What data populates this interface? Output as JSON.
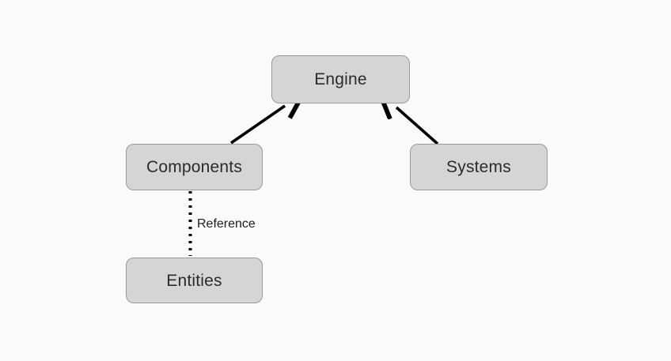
{
  "diagram": {
    "background_color": "#fafafa",
    "node_fill_color": "#d5d5d5",
    "node_border_color": "#9a9a9a",
    "edge_color": "#000000",
    "text_color": "#2b2b2b",
    "nodes": [
      {
        "id": "engine",
        "label": "Engine"
      },
      {
        "id": "components",
        "label": "Components"
      },
      {
        "id": "systems",
        "label": "Systems"
      },
      {
        "id": "entities",
        "label": "Entities"
      }
    ],
    "edges": [
      {
        "id": "components-to-engine",
        "from": "Components",
        "to": "Engine",
        "label": "",
        "style": "solid",
        "arrow": "single"
      },
      {
        "id": "systems-to-engine",
        "from": "Systems",
        "to": "Engine",
        "label": "",
        "style": "solid",
        "arrow": "single"
      },
      {
        "id": "components-entities",
        "from": "Components",
        "to": "Entities",
        "label": "Reference",
        "style": "dotted",
        "arrow": "none"
      }
    ]
  }
}
